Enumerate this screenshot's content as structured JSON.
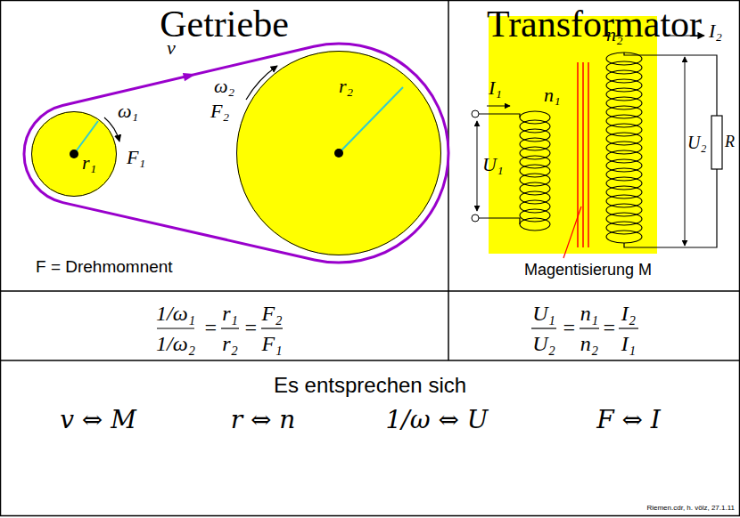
{
  "diagram": {
    "nodes": [
      {
        "text": [
          "Getriebe"
        ]
      },
      {
        "text": [
          "Transformator"
        ]
      },
      {
        "text": [
          "r₁"
        ],
        "in": 0
      },
      {
        "text": [
          "r₂"
        ],
        "in": 0
      },
      {
        "text": [
          "Es entsprechen sich"
        ]
      }
    ],
    "edges": [
      {
        "from": 2,
        "to": 3,
        "arrow": "to",
        "label": "v"
      }
    ],
    "labels": [
      "F = Drehmomnent",
      "ω₁",
      "F₁",
      "ω₂",
      "F₂",
      "I₁",
      "n₁",
      "n₂",
      "I₂",
      "U₁",
      "U₂",
      "R",
      "Magentisierung M",
      "1/ω₁",
      "1/ω₂",
      "=",
      "r₁",
      "r₂",
      "=",
      "F₂",
      "F₁",
      "U₁",
      "U₂",
      "=",
      "n₁",
      "n₂",
      "=",
      "I₂",
      "I₁",
      "v ⇔ M",
      "r ⇔ n",
      "1/ω ⇔ U",
      "F ⇔ I",
      "Riemen.cdr, h. völz, 27.1.11"
    ]
  }
}
